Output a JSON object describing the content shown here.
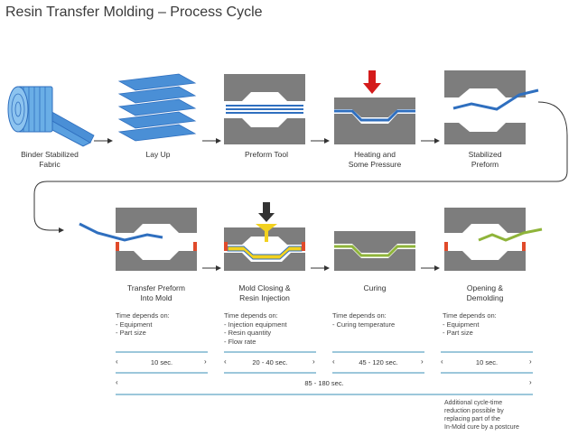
{
  "title": "Resin Transfer Molding – Process Cycle",
  "colors": {
    "mold": "#7d7d7d",
    "fabric": "#2f6fbf",
    "fabric_light": "#5aa0e0",
    "resin": "#f2d11f",
    "cured": "#8fb43a",
    "seal": "#e04a2a",
    "press": "#d41b1b",
    "rule": "#3a8fb7"
  },
  "steps_row1": [
    {
      "line1": "Binder Stabilized",
      "line2": "Fabric"
    },
    {
      "line1": "Lay Up",
      "line2": ""
    },
    {
      "line1": "Preform Tool",
      "line2": ""
    },
    {
      "line1": "Heating and",
      "line2": "Some Pressure"
    },
    {
      "line1": "Stabilized",
      "line2": "Preform"
    }
  ],
  "steps_row2": [
    {
      "line1": "Transfer Preform",
      "line2": "Into Mold",
      "notes": [
        "Time depends on:",
        "- Equipment",
        "- Part size"
      ],
      "duration": "10 sec."
    },
    {
      "line1": "Mold Closing &",
      "line2": "Resin Injection",
      "notes": [
        "Time depends on:",
        "- Injection equipment",
        "- Resin quantity",
        "- Flow rate"
      ],
      "duration": "20 - 40 sec."
    },
    {
      "line1": "Curing",
      "line2": "",
      "notes": [
        "Time depends on:",
        "- Curing temperature"
      ],
      "duration": "45 - 120 sec."
    },
    {
      "line1": "Opening &",
      "line2": "Demolding",
      "notes": [
        "Time depends on:",
        "- Equipment",
        "- Part size"
      ],
      "duration": "10 sec."
    }
  ],
  "total_duration": "85 - 180 sec.",
  "additional_note": [
    "Additional cycle-time",
    "reduction possible by",
    "replacing part of the",
    "In-Mold cure by a postcure"
  ]
}
